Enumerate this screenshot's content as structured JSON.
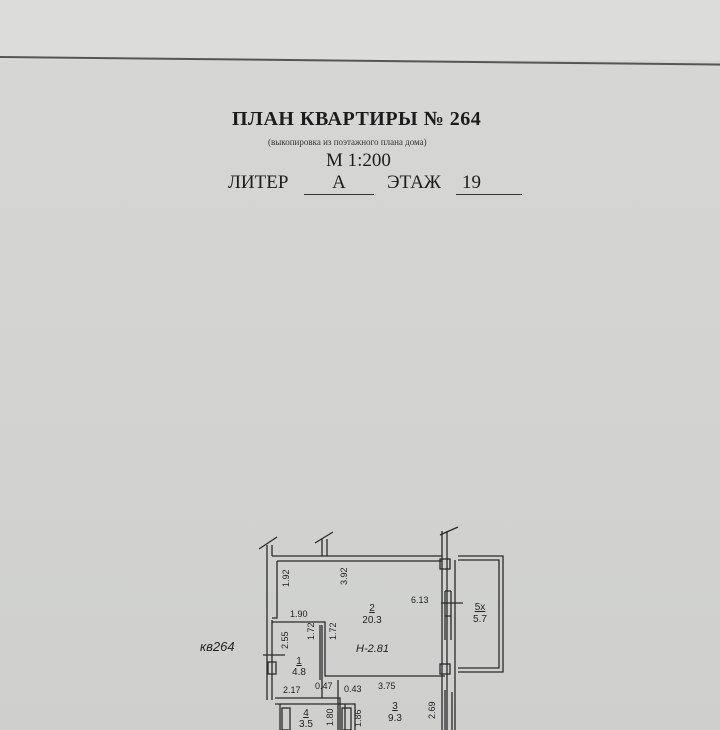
{
  "header": {
    "title": "ПЛАН КВАРТИРЫ № 264",
    "subtitle": "(выкопировка из поэтажного плана дома)",
    "scale": "М 1:200",
    "liter_label": "ЛИТЕР",
    "liter_value": "А",
    "floor_label": "ЭТАЖ",
    "floor_value": "19"
  },
  "plan": {
    "apartment_label": "кв264",
    "height_label": "Н-2.81",
    "rooms": [
      {
        "number": "1",
        "area": "4.8"
      },
      {
        "number": "2",
        "area": "20.3"
      },
      {
        "number": "3",
        "area": "9.3"
      },
      {
        "number": "4",
        "area": "3.5"
      },
      {
        "number": "5х",
        "area": "5.7"
      }
    ],
    "dimensions": [
      "1.92",
      "3.92",
      "6.13",
      "1.90",
      "2.55",
      "1.72",
      "1.72",
      "2.17",
      "0.47",
      "0.43",
      "3.75",
      "2.69",
      "1.80",
      "1.86"
    ]
  }
}
